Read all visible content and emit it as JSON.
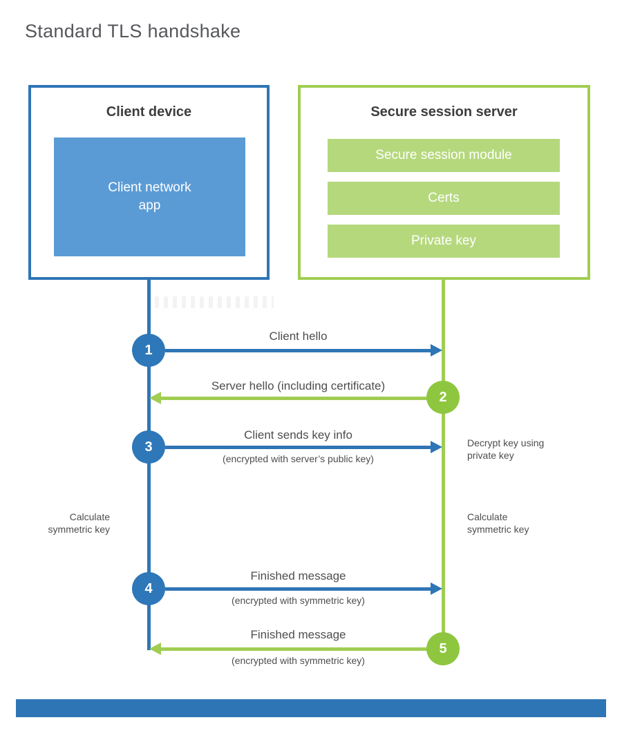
{
  "title": "Standard TLS handshake",
  "client": {
    "title": "Client device",
    "app_label": "Client network app"
  },
  "server": {
    "title": "Secure session server",
    "modules": [
      "Secure session module",
      "Certs",
      "Private key"
    ]
  },
  "steps": [
    {
      "number": "1",
      "label": "Client hello",
      "sub": "",
      "direction": "client-to-server"
    },
    {
      "number": "2",
      "label": "Server hello (including certificate)",
      "sub": "",
      "direction": "server-to-client"
    },
    {
      "number": "3",
      "label": "Client sends key info",
      "sub": "(encrypted with server’s public key)",
      "direction": "client-to-server"
    },
    {
      "number": "4",
      "label": "Finished message",
      "sub": "(encrypted with symmetric key)",
      "direction": "client-to-server"
    },
    {
      "number": "5",
      "label": "Finished message",
      "sub": "(encrypted with symmetric key)",
      "direction": "server-to-client"
    }
  ],
  "annotations": {
    "decrypt_note": "Decrypt key using private key",
    "calc_left": "Calculate symmetric key",
    "calc_right": "Calculate symmetric key"
  },
  "colors": {
    "client_blue": "#2e75b6",
    "client_fill_blue": "#5b9bd5",
    "server_green": "#a0cd52",
    "server_badge_green": "#8fc63f",
    "server_fill_green": "#b5d87d",
    "heading_text": "#3d3d3d",
    "label_text": "#4d4d4d",
    "title_text": "#55575b"
  }
}
